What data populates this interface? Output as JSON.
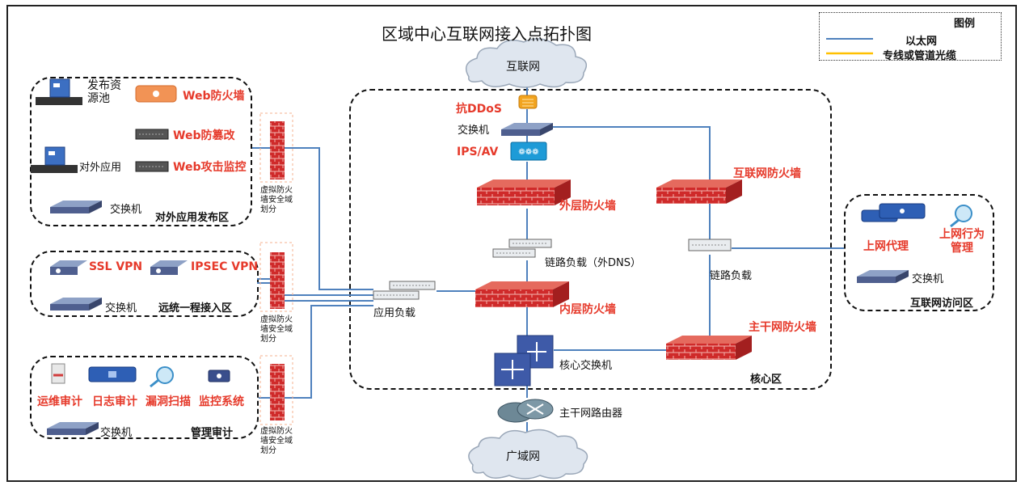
{
  "title": "区域中心互联网接入点拓扑图",
  "legend": {
    "heading": "图例",
    "items": [
      {
        "label": "以太网",
        "color": "#4f81bd"
      },
      {
        "label": "专线或管道光缆",
        "color": "#ffc000"
      }
    ]
  },
  "colors": {
    "link": "#4f81bd",
    "firewall_red": "#cf2a2a",
    "label_red": "#e63a2b",
    "cloud": "#dfe6ef",
    "switch": "#4f5f8f"
  },
  "zones": {
    "publish": {
      "label": "对外应用发布区",
      "items": {
        "pool": "发布资\n源池",
        "external_app": "对外应用",
        "web_firewall": "Web防火墙",
        "web_tamper": "Web防篡改",
        "web_attack": "Web攻击监控",
        "switch": "交换机"
      }
    },
    "remote": {
      "label": "远统一程接入区",
      "items": {
        "ssl_vpn": "SSL VPN",
        "ipsec_vpn": "IPSEC VPN",
        "switch": "交换机"
      }
    },
    "audit": {
      "label": "管理审计",
      "items": {
        "ops_audit": "运维审计",
        "log_audit": "日志审计",
        "vuln_scan": "漏洞扫描",
        "monitor": "监控系统",
        "switch": "交换机"
      }
    },
    "core": {
      "label": "核心区",
      "items": {
        "anti_ddos": "抗DDoS",
        "switch": "交换机",
        "ips_av": "IPS/AV",
        "outer_fw": "外层防火墙",
        "link_lb_dns": "链路负载（外DNS）",
        "inner_fw": "内层防火墙",
        "app_lb": "应用负载",
        "core_switch": "核心交换机",
        "internet_fw": "互联网防火墙",
        "link_lb": "链路负载",
        "backbone_fw": "主干网防火墙"
      }
    },
    "access": {
      "label": "互联网访问区",
      "items": {
        "proxy": "上网代理",
        "behavior": "上网行为\n管理",
        "switch": "交换机"
      }
    }
  },
  "virtual_fw_label": "虚拟防火\n墙安全域\n划分",
  "internet": "互联网",
  "wan": "广域网",
  "backbone_router": "主干网路由器"
}
